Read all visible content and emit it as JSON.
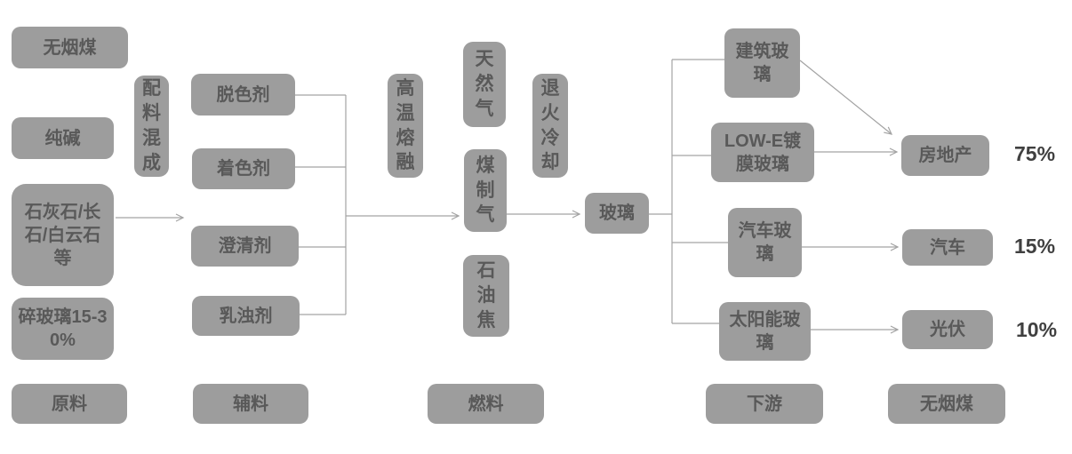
{
  "colors": {
    "box_fill": "#9d9d9d",
    "box_text": "#595959",
    "connector": "#a3a3a3",
    "percent_text": "#404040"
  },
  "raw_materials": {
    "items": [
      "无烟煤",
      "纯碱",
      "石灰石/长石/白云石等",
      "碎玻璃15-30%"
    ],
    "label": "原料"
  },
  "stages": {
    "batching": "配料混成",
    "melting": "高温熔融",
    "annealing": "退火冷却"
  },
  "additives": {
    "items": [
      "脱色剂",
      "着色剂",
      "澄清剂",
      "乳浊剂"
    ],
    "label": "辅料"
  },
  "fuels": {
    "items": [
      "天然气",
      "煤制气",
      "石油焦"
    ],
    "label": "燃料"
  },
  "product": {
    "name": "玻璃"
  },
  "glass_types": {
    "items": [
      "建筑玻璃",
      "LOW-E镀膜玻璃",
      "汽车玻璃",
      "太阳能玻璃"
    ],
    "label": "下游"
  },
  "end_markets": {
    "items": [
      {
        "name": "房地产",
        "share": "75%"
      },
      {
        "name": "汽车",
        "share": "15%"
      },
      {
        "name": "光伏",
        "share": "10%"
      }
    ],
    "label": "无烟煤"
  }
}
